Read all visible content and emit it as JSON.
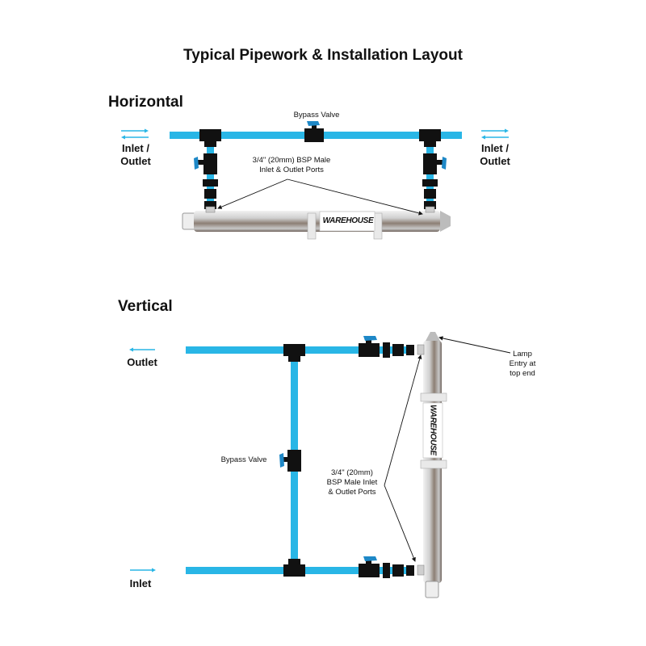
{
  "title": "Typical Pipework & Installation Layout",
  "horizontal": {
    "heading": "Horizontal",
    "bypass_label": "Bypass Valve",
    "ports_label_line1": "3/4\" (20mm) BSP Male",
    "ports_label_line2": "Inlet & Outlet Ports",
    "left_line1": "Inlet /",
    "left_line2": "Outlet",
    "right_line1": "Inlet /",
    "right_line2": "Outlet"
  },
  "vertical": {
    "heading": "Vertical",
    "outlet_label": "Outlet",
    "inlet_label": "Inlet",
    "bypass_label": "Bypass Valve",
    "ports_label_line1": "3/4\" (20mm)",
    "ports_label_line2": "BSP Male Inlet",
    "ports_label_line3": "& Outlet Ports",
    "lamp_line1": "Lamp",
    "lamp_line2": "Entry at",
    "lamp_line3": "top end"
  },
  "brand_text": "WAREHOUSE",
  "colors": {
    "pipe": "#29b6e6",
    "fitting": "#111111",
    "valve_handle": "#1e88c7",
    "arrow": "#29b6e6",
    "steel_light": "#e4e4e4",
    "steel_dark": "#7a6d62"
  },
  "icons": [
    "double-arrow-icon",
    "left-arrow-icon",
    "right-arrow-icon",
    "ball-valve-icon",
    "tee-fitting-icon",
    "uv-unit-icon"
  ]
}
